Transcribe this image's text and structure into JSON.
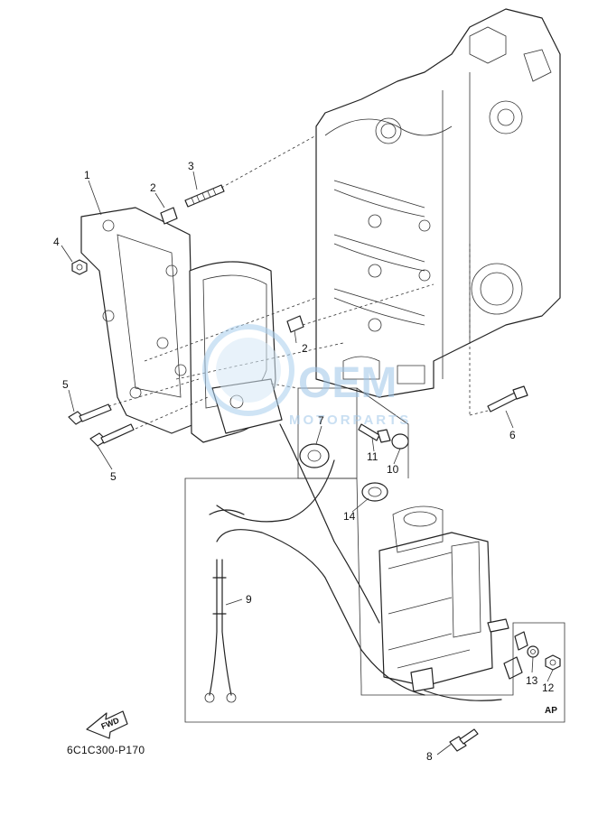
{
  "diagram": {
    "part_code": "6C1C300-P170",
    "fwd_label": "FWD",
    "ap_label": "AP",
    "watermark": {
      "brand": "OEM",
      "subtitle": "MOTORPARTS"
    },
    "callouts": {
      "c1": "1",
      "c2a": "2",
      "c2b": "2",
      "c3": "3",
      "c4": "4",
      "c5a": "5",
      "c5b": "5",
      "c6": "6",
      "c7": "7",
      "c8": "8",
      "c9": "9",
      "c10": "10",
      "c11": "11",
      "c12": "12",
      "c13": "13",
      "c14": "14"
    }
  }
}
